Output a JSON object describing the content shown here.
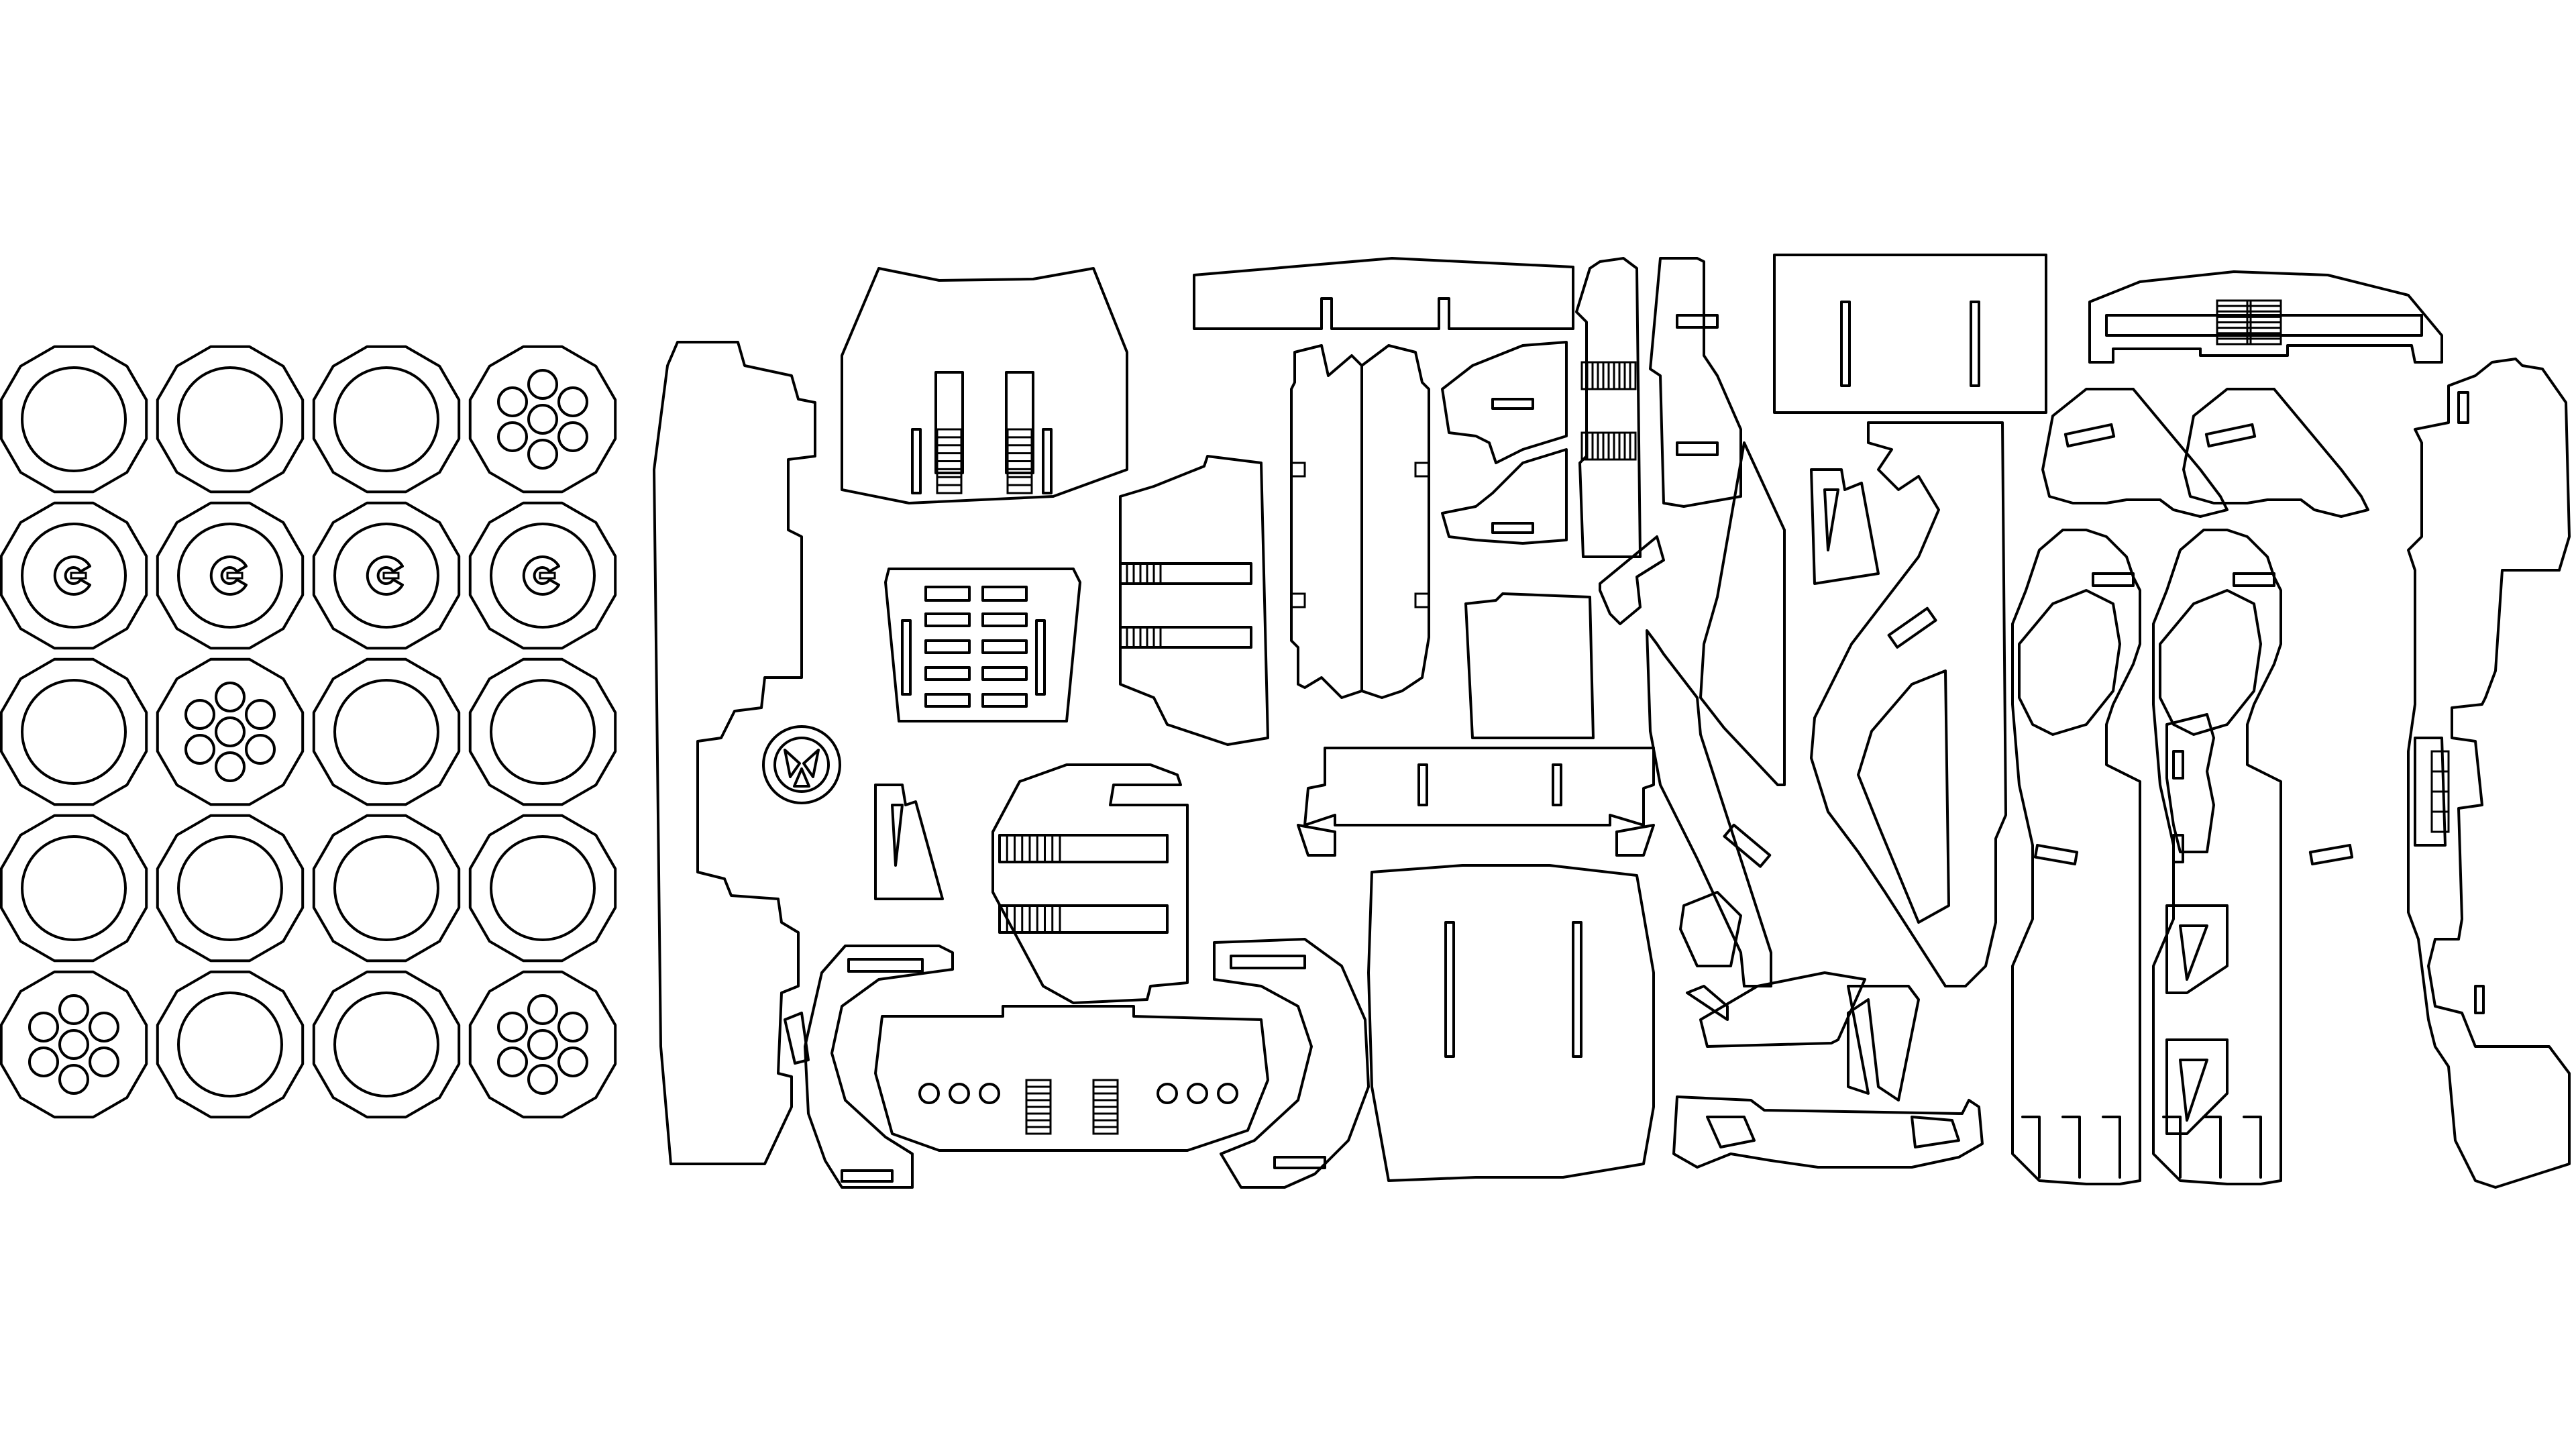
{
  "sheet": {
    "background": "#ffffff",
    "stroke_color": "#000000",
    "description_visible_text": ""
  },
  "wheels": {
    "rows": [
      [
        "ring",
        "ring",
        "ring",
        "spoke-holes"
      ],
      [
        "axle-hub",
        "axle-hub",
        "axle-hub",
        "axle-hub"
      ],
      [
        "ring",
        "spoke-holes",
        "ring",
        "ring"
      ],
      [
        "ring",
        "ring",
        "ring",
        "ring"
      ],
      [
        "spoke-holes",
        "ring",
        "ring",
        "spoke-holes"
      ]
    ]
  },
  "parts": {
    "icons": {
      "slot": "slot-icon",
      "comb_slot": "comb-slot-icon",
      "hole": "hole-icon"
    }
  }
}
